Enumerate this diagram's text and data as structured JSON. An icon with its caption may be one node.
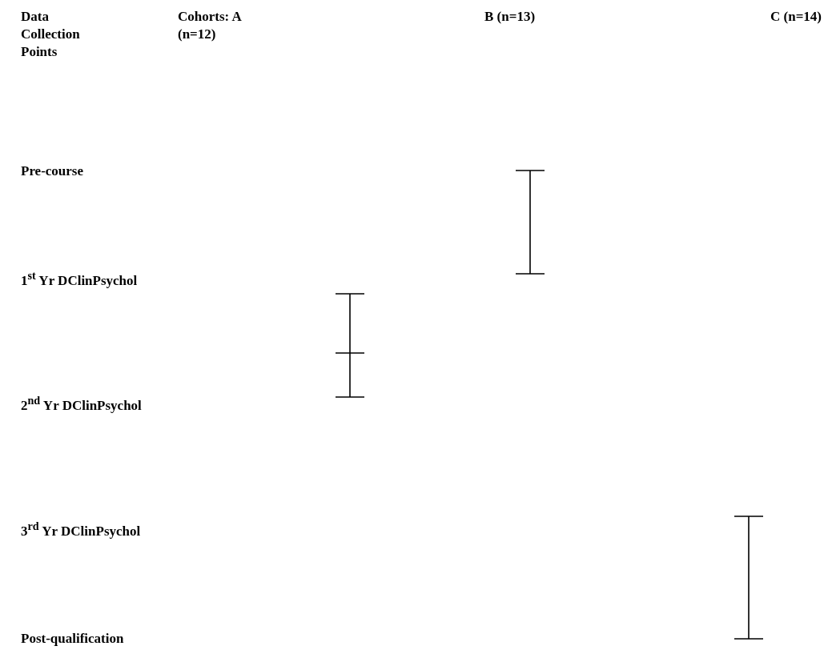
{
  "diagram": {
    "labels": [
      "Data Collection Points",
      "Cohorts: A (n=12)",
      "B (n=13)",
      "C (n=14)",
      "Pre-course",
      "1$^{st}$ Yr DClinPsychol",
      "2$^{nd}$ Yr DClinPsychol",
      "3$^{rd}$ Yr DClinPsychol",
      "Post-qualification"
    ]
  }
}
